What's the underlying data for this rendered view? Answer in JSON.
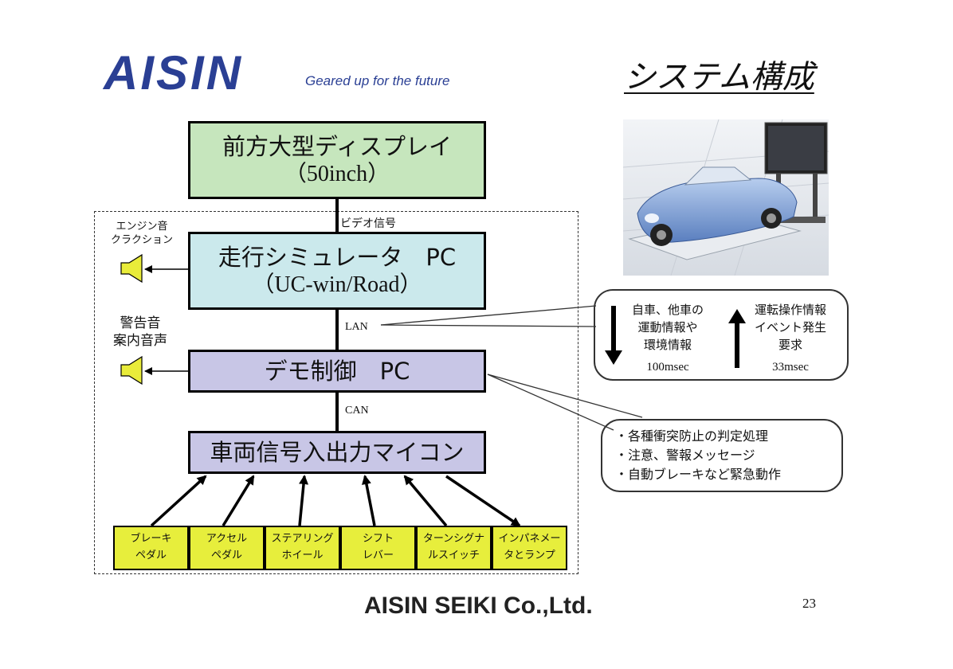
{
  "brand": {
    "logo": "AISIN",
    "tagline": "Geared up for the future"
  },
  "title": "システム構成",
  "boxes": {
    "display": {
      "line1": "前方大型ディスプレイ",
      "line2": "（50inch）"
    },
    "simulator": {
      "line1": "走行シミュレータ　PC",
      "line2": "（UC-win/Road）"
    },
    "demo": {
      "line1": "デモ制御　PC"
    },
    "mcu": {
      "line1": "車両信号入出力マイコン"
    }
  },
  "connections": {
    "video": "ビデオ信号",
    "lan": "LAN",
    "can": "CAN"
  },
  "speakers": {
    "sim_sound": "エンジン音\nクラクション",
    "demo_sound": "警告音\n案内音声"
  },
  "pedals": [
    {
      "label": "ブレーキ\nペダル"
    },
    {
      "label": "アクセル\nペダル"
    },
    {
      "label": "ステアリング\nホイール"
    },
    {
      "label": "シフト\nレバー"
    },
    {
      "label": "ターンシグナ\nルスイッチ"
    },
    {
      "label": "インパネメー\nタとランプ"
    }
  ],
  "callouts": {
    "lan_down": {
      "text": "自車、他車の\n運動情報や\n環境情報",
      "rate": "100msec"
    },
    "lan_up": {
      "text": "運転操作情報\nイベント発生\n要求",
      "rate": "33msec"
    },
    "demo_notes": [
      "・各種衝突防止の判定処理",
      "・注意、警報メッセージ",
      "・自動ブレーキなど緊急動作"
    ]
  },
  "footer": {
    "company": "AISIN SEIKI Co.,Ltd.",
    "page": "23"
  },
  "colors": {
    "brand_blue": "#2a3f94",
    "display_box": "#c6e6bd",
    "sim_box": "#cbe9ec",
    "pc_box": "#c8c6e6",
    "pedal_yellow": "#e7ee3c"
  }
}
